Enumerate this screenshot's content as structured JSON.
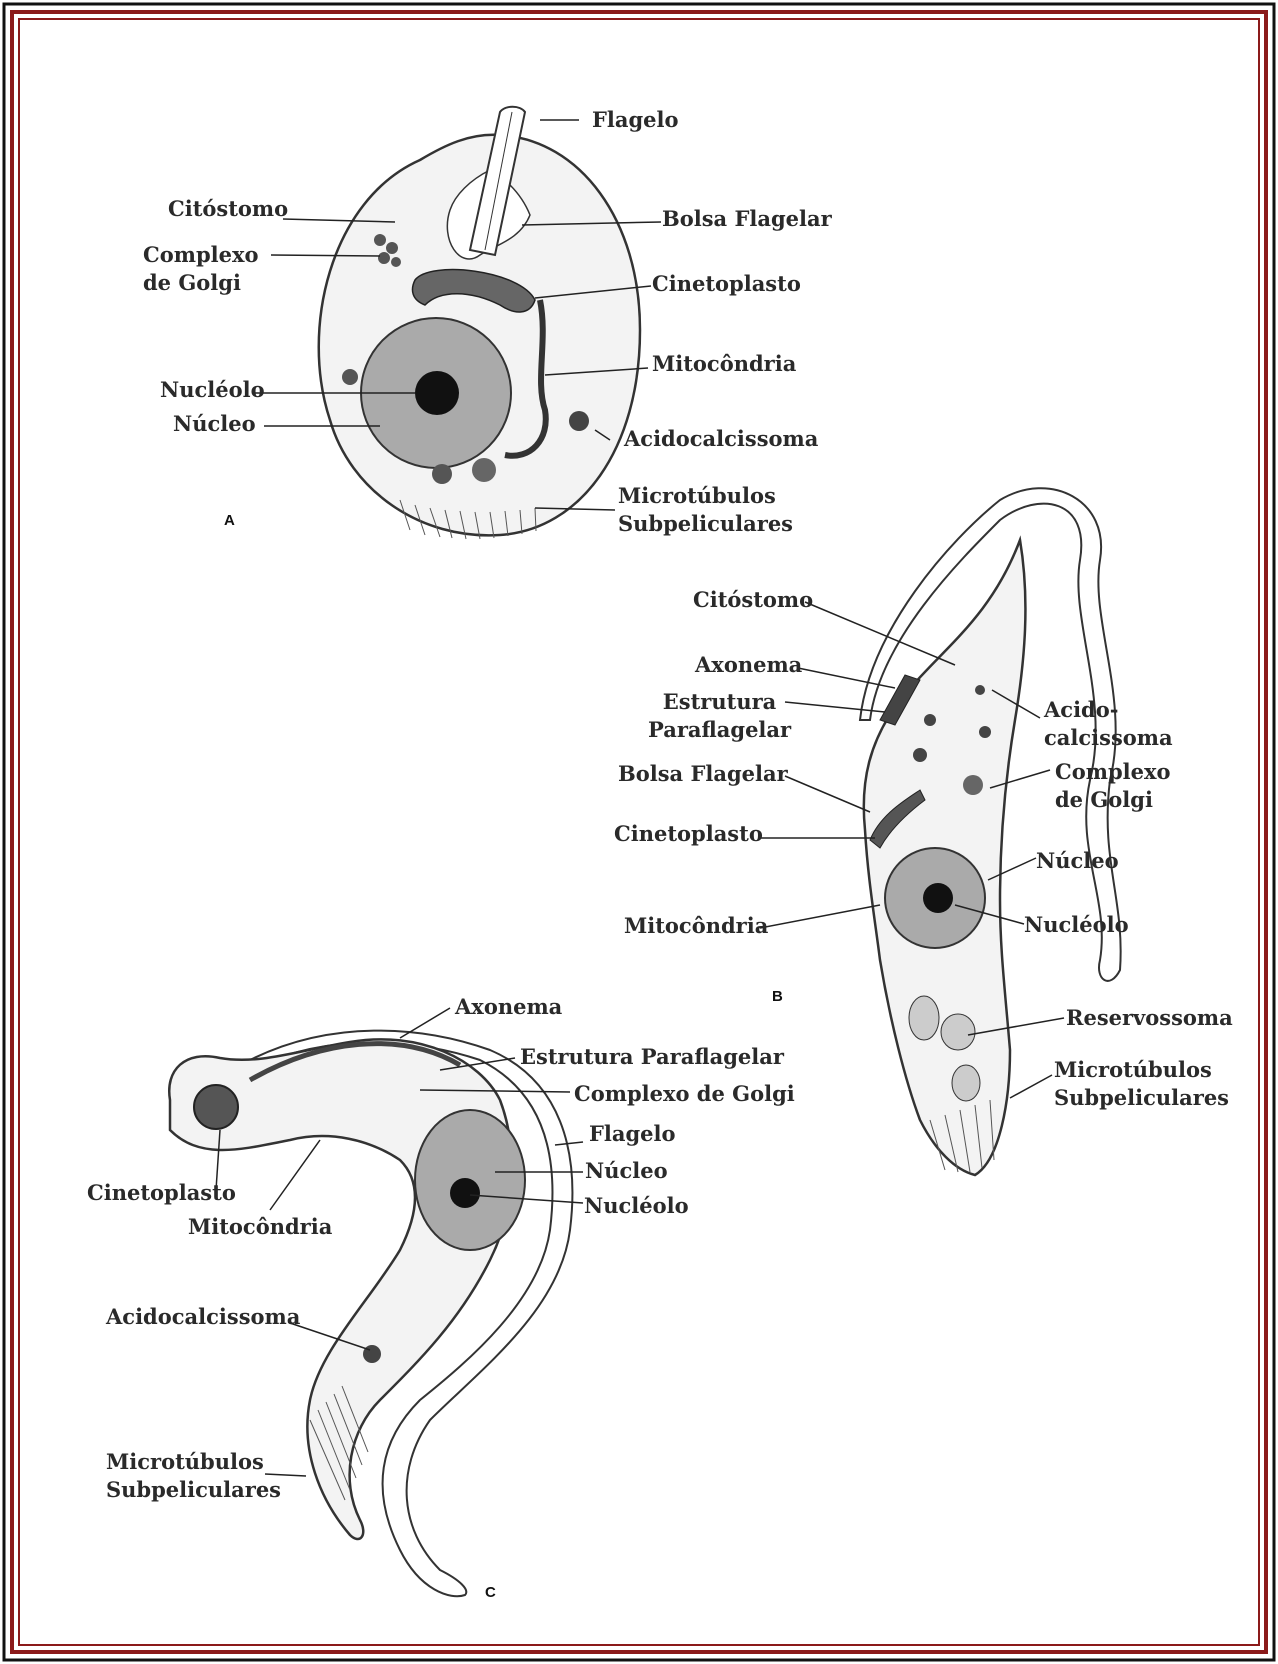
{
  "colors": {
    "frame_red": "#8b1a1a",
    "frame_dark": "#111111",
    "ink": "#2a2a2a",
    "cell_fill": "#f3f3f3"
  },
  "panels": {
    "a": "A",
    "b": "B",
    "c": "C"
  },
  "diagram_a": {
    "flagelo": "Flagelo",
    "citostomo": "Citóstomo",
    "bolsa_flagelar": "Bolsa Flagelar",
    "complexo_golgi": "Complexo\nde Golgi",
    "cinetoplasto": "Cinetoplasto",
    "mitocondria": "Mitocôndria",
    "nucleolo": "Nucléolo",
    "nucleo": "Núcleo",
    "acidocalcissoma": "Acidocalcissoma",
    "microtubulos": "Microtúbulos\nSubpeliculares"
  },
  "diagram_b": {
    "citostomo": "Citóstomo",
    "axonema": "Axonema",
    "estrutura_paraflagelar": "Estrutura\nParaflagelar",
    "acidocalcissoma": "Acido-\ncalcissoma",
    "bolsa_flagelar": "Bolsa Flagelar",
    "complexo_golgi": "Complexo\nde Golgi",
    "cinetoplasto": "Cinetoplasto",
    "nucleo": "Núcleo",
    "mitocondria": "Mitocôndria",
    "nucleolo": "Nucléolo",
    "reservossoma": "Reservossoma",
    "microtubulos": "Microtúbulos\nSubpeliculares"
  },
  "diagram_c": {
    "axonema": "Axonema",
    "estrutura_paraflagelar": "Estrutura Paraflagelar",
    "complexo_golgi": "Complexo de Golgi",
    "flagelo": "Flagelo",
    "nucleo": "Núcleo",
    "nucleolo": "Nucléolo",
    "cinetoplasto": "Cinetoplasto",
    "mitocondria": "Mitocôndria",
    "acidocalcissoma": "Acidocalcissoma",
    "microtubulos": "Microtúbulos\nSubpeliculares"
  }
}
